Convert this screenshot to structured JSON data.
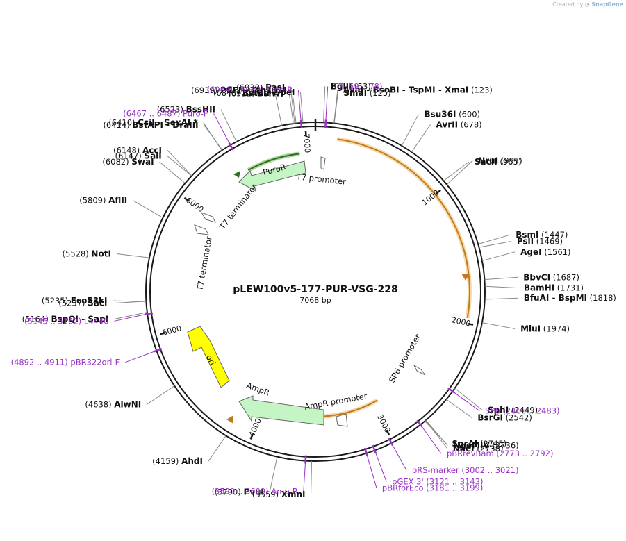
{
  "header": {
    "credit_prefix": "Created by",
    "credit_brand": "SnapGene"
  },
  "plasmid": {
    "name": "pLEW100v5-177-PUR-VSG-228",
    "length_label": "7068 bp",
    "length": 7068
  },
  "ticks": [
    "1000",
    "2000",
    "3000",
    "4000",
    "5000",
    "6000",
    "7000"
  ],
  "enzymes": [
    {
      "bp": 53,
      "names": [
        "BglII"
      ],
      "pos": "(53)"
    },
    {
      "bp": 123,
      "names": [
        "AvaI",
        "BsoBI",
        "TspMI",
        "XmaI"
      ],
      "pos": "(123)"
    },
    {
      "bp": 125,
      "names": [
        "SmaI"
      ],
      "pos": "(125)"
    },
    {
      "bp": 600,
      "names": [
        "Bsu36I"
      ],
      "pos": "(600)"
    },
    {
      "bp": 678,
      "names": [
        "AvrII"
      ],
      "pos": "(678)"
    },
    {
      "bp": 965,
      "names": [
        "SacII"
      ],
      "pos": "(965)"
    },
    {
      "bp": 997,
      "names": [
        "NruI"
      ],
      "pos": "(997)"
    },
    {
      "bp": 1447,
      "names": [
        "BsmI"
      ],
      "pos": "(1447)"
    },
    {
      "bp": 1469,
      "names": [
        "PslI"
      ],
      "pos": "(1469)"
    },
    {
      "bp": 1561,
      "names": [
        "AgeI"
      ],
      "pos": "(1561)"
    },
    {
      "bp": 1687,
      "names": [
        "BbvCI"
      ],
      "pos": "(1687)"
    },
    {
      "bp": 1731,
      "names": [
        "BamHI"
      ],
      "pos": "(1731)"
    },
    {
      "bp": 1818,
      "names": [
        "BfuAI",
        "BspMI"
      ],
      "pos": "(1818)"
    },
    {
      "bp": 1974,
      "names": [
        "MluI"
      ],
      "pos": "(1974)"
    },
    {
      "bp": 2449,
      "names": [
        "SphI"
      ],
      "pos": "(2449)"
    },
    {
      "bp": 2542,
      "names": [
        "BsrGI"
      ],
      "pos": "(2542)"
    },
    {
      "bp": 2736,
      "names": [
        "NgoMIV"
      ],
      "pos": "(2736)"
    },
    {
      "bp": 2738,
      "names": [
        "NaeI"
      ],
      "pos": "(2738)"
    },
    {
      "bp": 2745,
      "names": [
        "SgrAI"
      ],
      "pos": "(2745)"
    },
    {
      "bp": 3559,
      "names": [
        "XmnI"
      ],
      "pos": "(3559)"
    },
    {
      "bp": 3790,
      "names": [
        "PvuI"
      ],
      "pos": "(3790)"
    },
    {
      "bp": 4159,
      "names": [
        "AhdI"
      ],
      "pos": "(4159)"
    },
    {
      "bp": 4638,
      "names": [
        "AlwNI"
      ],
      "pos": "(4638)"
    },
    {
      "bp": 5164,
      "names": [
        "BspQI",
        "SapI"
      ],
      "pos": "(5164)"
    },
    {
      "bp": 5235,
      "names": [
        "Eco53kI"
      ],
      "pos": "(5235)"
    },
    {
      "bp": 5237,
      "names": [
        "SacI"
      ],
      "pos": "(5237)"
    },
    {
      "bp": 5528,
      "names": [
        "NotI"
      ],
      "pos": "(5528)"
    },
    {
      "bp": 5809,
      "names": [
        "AflII"
      ],
      "pos": "(5809)"
    },
    {
      "bp": 6082,
      "names": [
        "SwaI"
      ],
      "pos": "(6082)"
    },
    {
      "bp": 6147,
      "names": [
        "SalI"
      ],
      "pos": "(6147)"
    },
    {
      "bp": 6148,
      "names": [
        "AccI"
      ],
      "pos": "(6148)"
    },
    {
      "bp": 6410,
      "names": [
        "CsiI",
        "SexAI *"
      ],
      "pos": "(6410)"
    },
    {
      "bp": 6414,
      "names": [
        "BstAPI",
        "DraIII"
      ],
      "pos": "(6414)"
    },
    {
      "bp": 6523,
      "names": [
        "BssHII"
      ],
      "pos": "(6523)"
    },
    {
      "bp": 6843,
      "names": [
        "BstEII"
      ],
      "pos": "(6843)"
    },
    {
      "bp": 6922,
      "names": [
        "BsiWI"
      ],
      "pos": "(6922)"
    },
    {
      "bp": 6930,
      "names": [
        "PasI"
      ],
      "pos": "(6930)"
    },
    {
      "bp": 6939,
      "names": [
        "PflFI",
        "Tth111I"
      ],
      "pos": "(6939)"
    },
    {
      "bp": 6985,
      "names": [
        "SpeI"
      ],
      "pos": "(6985)"
    }
  ],
  "primers": [
    {
      "bp": 68,
      "name": "T7",
      "range": "(59 .. 78)"
    },
    {
      "bp": 2474,
      "name": "SP6",
      "range": "(2466 .. 2483)"
    },
    {
      "bp": 2782,
      "name": "pBRrevBam",
      "range": "(2773 .. 2792)"
    },
    {
      "bp": 3011,
      "name": "pRS-marker",
      "range": "(3002 .. 3021)"
    },
    {
      "bp": 3132,
      "name": "pGEX 3'",
      "range": "(3121 .. 3143)"
    },
    {
      "bp": 3190,
      "name": "pBRforEco",
      "range": "(3181 .. 3199)"
    },
    {
      "bp": 3600,
      "name": "Amp-R",
      "range": "(3590 .. 3609)"
    },
    {
      "bp": 4901,
      "name": "pBR322ori-F",
      "range": "(4892 .. 4911)"
    },
    {
      "bp": 5153,
      "name": "L4440",
      "range": "(5145 .. 5162)"
    },
    {
      "bp": 6477,
      "name": "Puro-F",
      "range": "(6467 .. 6487)"
    },
    {
      "bp": 6973,
      "name": "Puro-R",
      "range": "(6964 .. 6983)"
    }
  ],
  "features": [
    {
      "name": "PuroR",
      "label": "PuroR",
      "type": "cds",
      "color": "#c5f5c5"
    },
    {
      "name": "ori",
      "label": "ori",
      "type": "origin",
      "color": "#ffff00"
    },
    {
      "name": "AmpR",
      "label": "AmpR",
      "type": "cds",
      "color": "#c5f5c5"
    },
    {
      "name": "T7 promoter",
      "label": "T7 promoter",
      "type": "promoter",
      "color": "#ffffff"
    },
    {
      "name": "T7 terminator 1",
      "label": "T7 terminator",
      "type": "terminator",
      "color": "#ffffff"
    },
    {
      "name": "T7 terminator 2",
      "label": "T7 terminator",
      "type": "terminator",
      "color": "#ffffff"
    },
    {
      "name": "SP6 promoter",
      "label": "SP6 promoter",
      "type": "promoter",
      "color": "#ffffff"
    },
    {
      "name": "AmpR promoter",
      "label": "AmpR promoter",
      "type": "promoter",
      "color": "#ffffff"
    }
  ],
  "colors": {
    "backbone": "#1a1a1a",
    "primer": "#9b30c8",
    "orf": "#f0b25a",
    "puro_orf": "#4a9a2e",
    "cds": "#c5f5c5",
    "ori": "#ffff00"
  }
}
